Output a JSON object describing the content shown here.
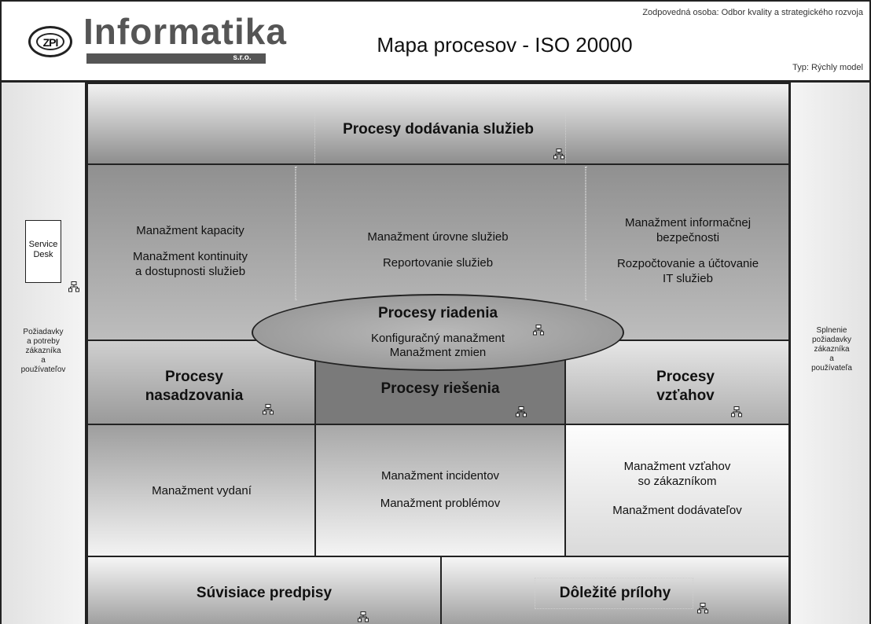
{
  "header": {
    "company_name": "Informatika",
    "company_suffix": "s.r.o.",
    "logo_text": "ZPI",
    "title": "Mapa procesov - ISO 20000",
    "responsible": "Zodpovedná osoba: Odbor kvality a strategického rozvoja",
    "model_type": "Typ: Rýchly model"
  },
  "left_panel": {
    "service_desk_line1": "Service",
    "service_desk_line2": "Desk",
    "requirements_lines": [
      "Požiadavky",
      "a potreby",
      "zákazníka",
      "a",
      "používateľov"
    ]
  },
  "right_panel": {
    "fulfilment_lines": [
      "Splnenie",
      "požiadavky",
      "zákazníka",
      "a",
      "používateľa"
    ]
  },
  "blocks": {
    "service_delivery": {
      "title": "Procesy dodávania služieb"
    },
    "delivery_left": {
      "line1": "Manažment kapacity",
      "line2": "Manažment kontinuity",
      "line3": "a dostupnosti služieb"
    },
    "delivery_center": {
      "line1": "Manažment úrovne služieb",
      "line2": "Reportovanie služieb"
    },
    "delivery_right": {
      "line1": "Manažment informačnej",
      "line2": "bezpečnosti",
      "line3": "Rozpočtovanie a účtovanie",
      "line4": "IT služieb"
    },
    "control": {
      "title": "Procesy riadenia",
      "line1": "Konfiguračný manažment",
      "line2": "Manažment zmien"
    },
    "release": {
      "title_line1": "Procesy",
      "title_line2": "nasadzovania",
      "content": "Manažment vydaní"
    },
    "resolution": {
      "title": "Procesy riešenia",
      "line1": "Manažment incidentov",
      "line2": "Manažment problémov"
    },
    "relationship": {
      "title_line1": "Procesy",
      "title_line2": "vzťahov",
      "line1": "Manažment vzťahov",
      "line2": "so zákazníkom",
      "line3": "Manažment dodávateľov"
    },
    "regulations": {
      "title": "Súvisiace predpisy"
    },
    "attachments": {
      "title": "Dôležité prílohy"
    }
  },
  "icons": {
    "subprocess": "hierarchy-icon"
  }
}
